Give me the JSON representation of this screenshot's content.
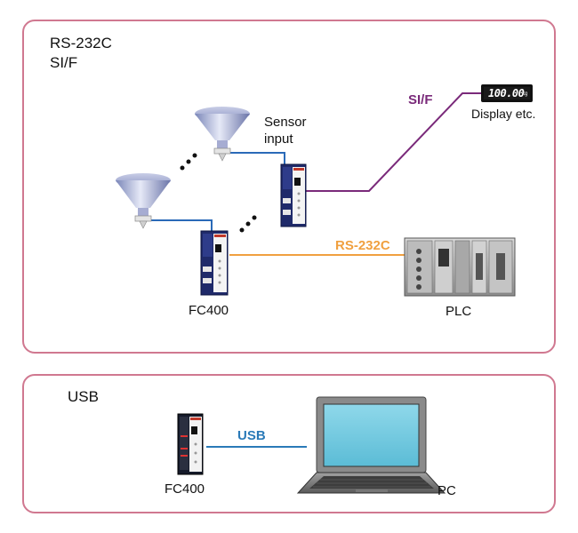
{
  "panels": {
    "top": {
      "title_line1": "RS-232C",
      "title_line2": "SI/F"
    },
    "bottom": {
      "title": "USB"
    }
  },
  "labels": {
    "sensor_line1": "Sensor",
    "sensor_line2": "input",
    "display": "Display etc.",
    "display_readout": "100.00",
    "display_unit": "kg",
    "sif_link": "SI/F",
    "rs232c_link": "RS-232C",
    "usb_link": "USB",
    "fc400_top": "FC400",
    "fc400_bottom": "FC400",
    "plc": "PLC",
    "pc": "PC"
  },
  "colors": {
    "panel_border": "#d07890",
    "sif_line": "#7a2a7a",
    "rs232c_line": "#f0a040",
    "usb_line": "#2a7ab8",
    "sensor_wire": "#2a6ab8"
  },
  "icons": [
    "hopper-icon",
    "fc400-device-icon",
    "display-meter-icon",
    "plc-icon",
    "laptop-icon"
  ]
}
